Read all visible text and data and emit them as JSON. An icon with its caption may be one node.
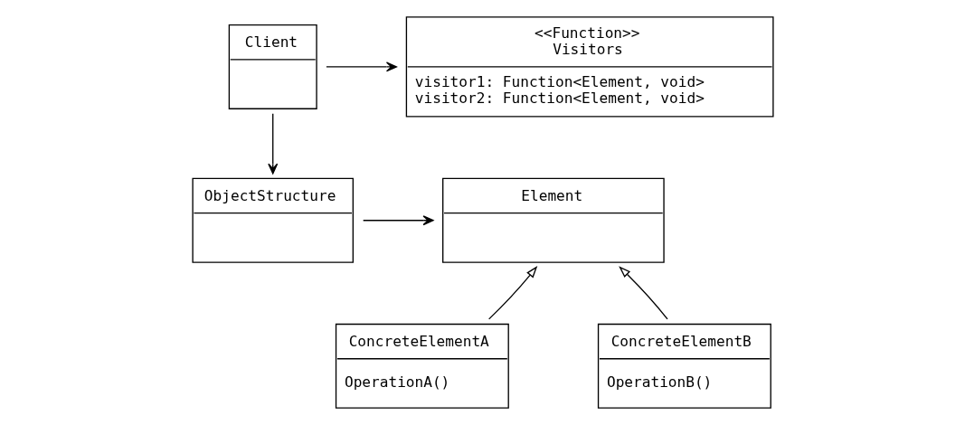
{
  "diagram": {
    "nodes": [
      {
        "text": [
          "Client"
        ]
      },
      {
        "text": [
          "<<Function>>",
          "Visitors",
          "visitor1: Function<Element, void>",
          "visitor2: Function<Element, void>"
        ]
      },
      {
        "text": [
          "ObjectStructure"
        ]
      },
      {
        "text": [
          "Element"
        ]
      },
      {
        "text": [
          "ConcreteElementA",
          "OperationA()"
        ]
      },
      {
        "text": [
          "ConcreteElementB",
          "OperationB()"
        ]
      }
    ],
    "edges": [
      {
        "from": 0,
        "to": 1,
        "arrow": "to"
      },
      {
        "from": 0,
        "to": 2,
        "arrow": "to"
      },
      {
        "from": 2,
        "to": 3,
        "arrow": "to"
      },
      {
        "from": 4,
        "to": 3,
        "arrow": "to"
      },
      {
        "from": 5,
        "to": 3,
        "arrow": "to"
      }
    ]
  }
}
